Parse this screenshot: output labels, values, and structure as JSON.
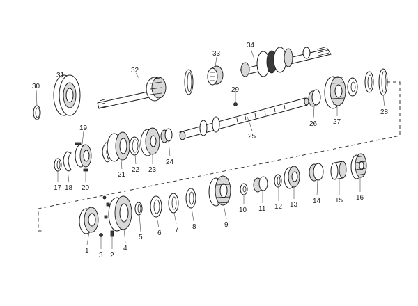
{
  "colors": {
    "line": "#1a1a1a",
    "fill": "#ffffff",
    "shade": "#d9d9d9",
    "label": "#222222"
  },
  "callouts": {
    "p1": "1",
    "p2": "2",
    "p3": "3",
    "p4": "4",
    "p5": "5",
    "p6": "6",
    "p7": "7",
    "p8": "8",
    "p9": "9",
    "p10": "10",
    "p11": "11",
    "p12": "12",
    "p13": "13",
    "p14": "14",
    "p15": "15",
    "p16": "16",
    "p17": "17",
    "p18": "18",
    "p19": "19",
    "p20": "20",
    "p21": "21",
    "p22": "22",
    "p23": "23",
    "p24": "24",
    "p25": "25",
    "p26": "26",
    "p27": "27",
    "p28": "28",
    "p29": "29",
    "p30": "30",
    "p31": "31",
    "p32": "32",
    "p33": "33",
    "p34": "34"
  }
}
